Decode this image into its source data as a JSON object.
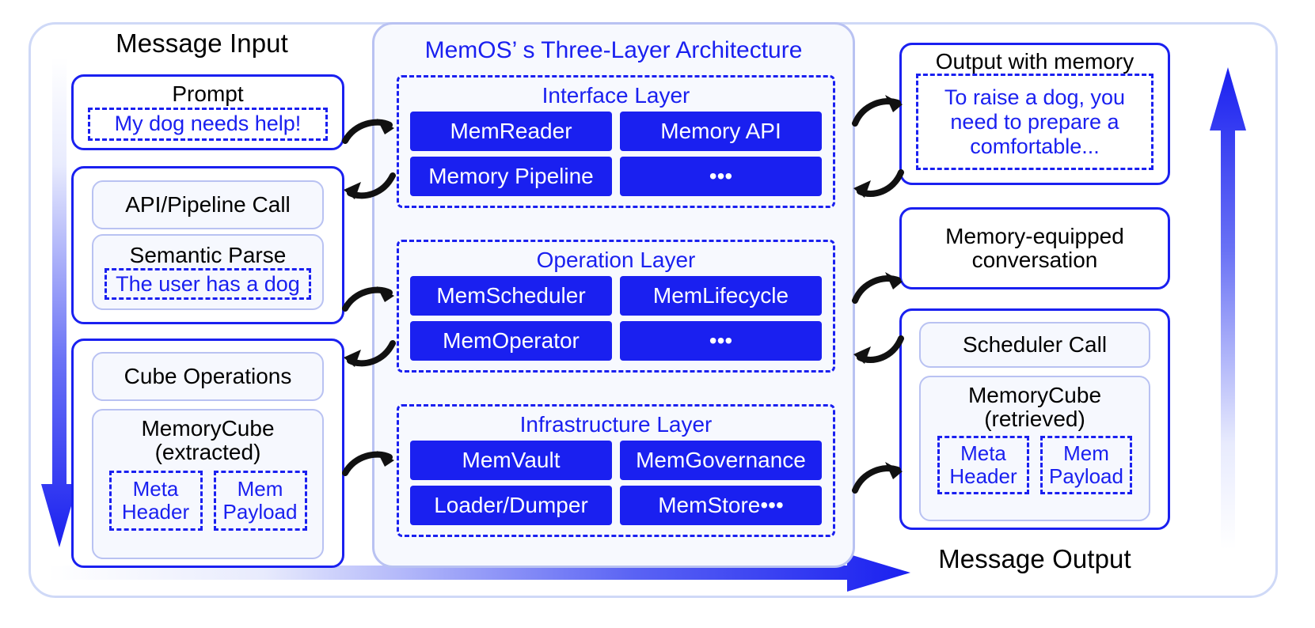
{
  "colors": {
    "blue": "#1a20f0",
    "light_blue_border": "#b9c2f2",
    "panel_bg": "#f7f9fe",
    "outer_border": "#cfd9f7",
    "black": "#000000",
    "white": "#ffffff"
  },
  "input_column": {
    "caption": "Message Input",
    "cards": [
      {
        "title": "Prompt",
        "quote": "My dog needs help!"
      },
      {
        "subcards": [
          {
            "title": "API/Pipeline Call"
          },
          {
            "title": "Semantic Parse",
            "quote": "The user has a dog"
          }
        ]
      },
      {
        "subcards": [
          {
            "title": "Cube Operations"
          },
          {
            "title": "MemoryCube",
            "subtitle": "(extracted)",
            "chips": [
              "Meta Header",
              "Mem Payload"
            ]
          }
        ]
      }
    ]
  },
  "architecture": {
    "title": "MemOS’ s Three-Layer Architecture",
    "layers": [
      {
        "name": "Interface Layer",
        "modules": [
          "MemReader",
          "Memory API",
          "Memory Pipeline",
          "•••"
        ]
      },
      {
        "name": "Operation Layer",
        "modules": [
          "MemScheduler",
          "MemLifecycle",
          "MemOperator",
          "•••"
        ]
      },
      {
        "name": "Infrastructure Layer",
        "modules": [
          "MemVault",
          "MemGovernance",
          "Loader/Dumper",
          "MemStore•••"
        ]
      }
    ]
  },
  "output_column": {
    "caption": "Message Output",
    "cards": [
      {
        "title": "Output with memory",
        "quote": "To raise a dog, you need to prepare a comfortable..."
      },
      {
        "title": "Memory-equipped conversation"
      },
      {
        "subcards": [
          {
            "title": "Scheduler Call"
          },
          {
            "title": "MemoryCube",
            "subtitle": "(retrieved)",
            "chips": [
              "Meta Header",
              "Mem Payload"
            ]
          }
        ]
      }
    ]
  },
  "flow_arrows": {
    "left": "down-arrow",
    "right": "up-arrow",
    "bottom": "right-arrow"
  }
}
